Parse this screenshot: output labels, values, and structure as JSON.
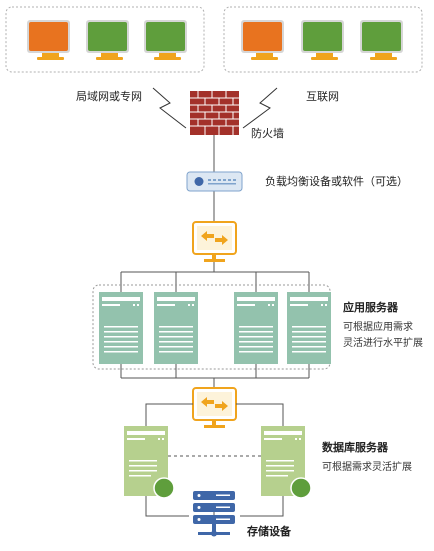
{
  "networks": {
    "lan_label": "局域网或专网",
    "internet_label": "互联网"
  },
  "firewall": {
    "label": "防火墙"
  },
  "load_balancer": {
    "label": "负载均衡设备或软件（可选）"
  },
  "app_servers": {
    "title": "应用服务器",
    "note_line1": "可根据应用需求",
    "note_line2": "灵活进行水平扩展"
  },
  "db_servers": {
    "title": "数据库服务器",
    "note": "可根据需求灵活扩展"
  },
  "storage": {
    "label": "存储设备"
  },
  "colors": {
    "orange": "#e8731f",
    "green": "#5f9e3c",
    "server_green": "#93c2ad",
    "db_green": "#b6d08e",
    "brick": "#a3312a",
    "storage_blue": "#3f67a8",
    "switch_orange": "#f0a41d"
  }
}
